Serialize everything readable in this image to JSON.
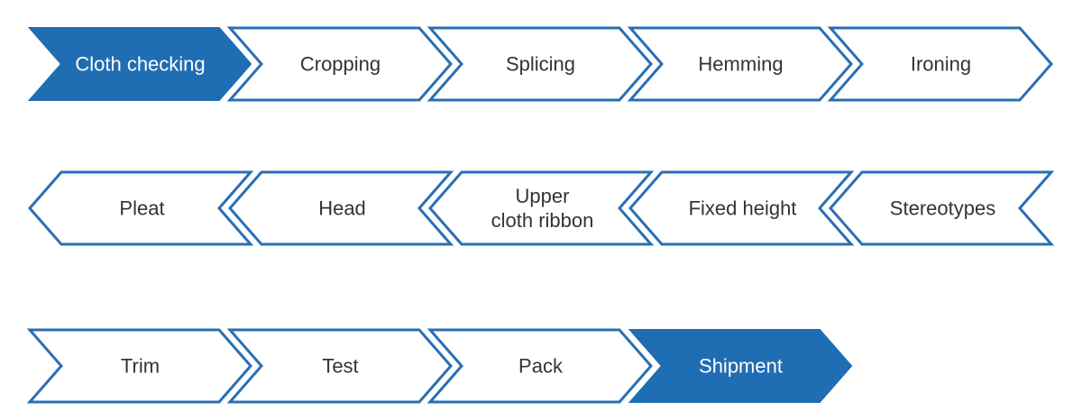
{
  "colors": {
    "primary": "#1f6db3",
    "outline": "#2a6fb5",
    "text_dark": "#333333",
    "text_light": "#ffffff",
    "fill_light": "#ffffff"
  },
  "rows": [
    {
      "direction": "right",
      "steps": [
        {
          "lines": [
            "Cloth checking"
          ],
          "highlight": true
        },
        {
          "lines": [
            "Cropping"
          ],
          "highlight": false
        },
        {
          "lines": [
            "Splicing"
          ],
          "highlight": false
        },
        {
          "lines": [
            "Hemming"
          ],
          "highlight": false
        },
        {
          "lines": [
            "Ironing"
          ],
          "highlight": false
        }
      ]
    },
    {
      "direction": "left",
      "steps": [
        {
          "lines": [
            "Pleat"
          ],
          "highlight": false
        },
        {
          "lines": [
            "Head"
          ],
          "highlight": false
        },
        {
          "lines": [
            "Upper",
            "cloth ribbon"
          ],
          "highlight": false
        },
        {
          "lines": [
            "Fixed height"
          ],
          "highlight": false
        },
        {
          "lines": [
            "Stereotypes"
          ],
          "highlight": false
        }
      ]
    },
    {
      "direction": "right",
      "steps": [
        {
          "lines": [
            "Trim"
          ],
          "highlight": false
        },
        {
          "lines": [
            "Test"
          ],
          "highlight": false
        },
        {
          "lines": [
            "Pack"
          ],
          "highlight": false
        },
        {
          "lines": [
            "Shipment"
          ],
          "highlight": true
        }
      ]
    }
  ]
}
